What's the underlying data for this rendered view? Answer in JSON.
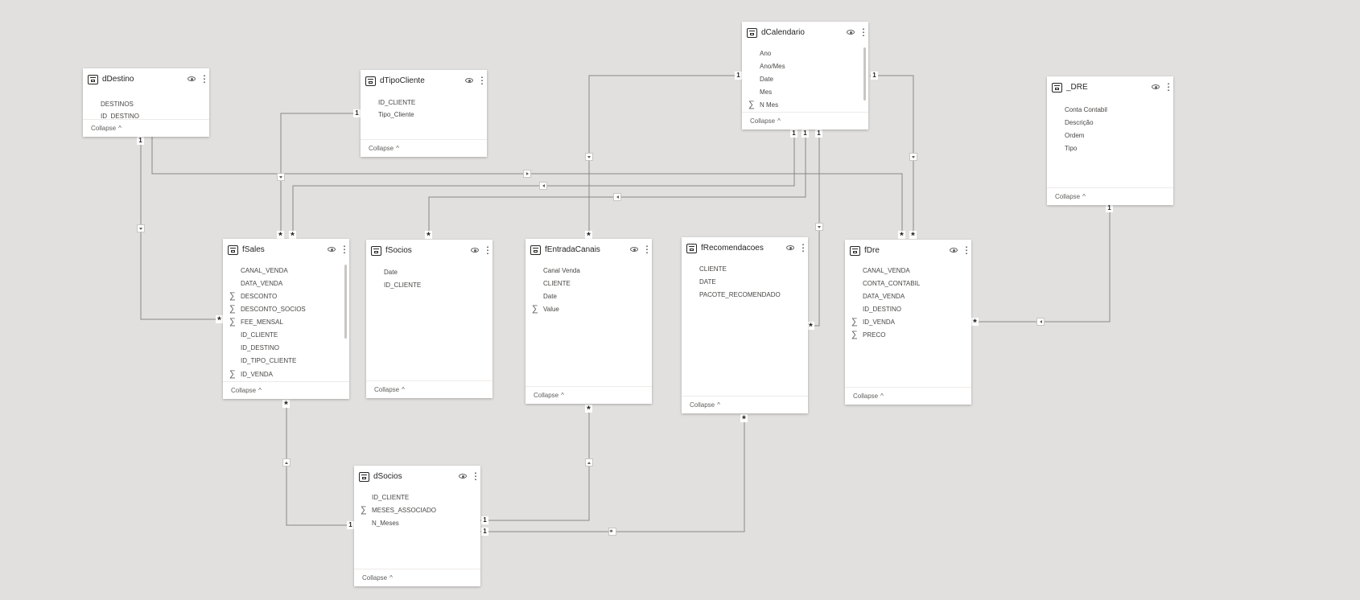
{
  "collapse_label": "Collapse",
  "card_one": "1",
  "card_many": "*",
  "tables": [
    {
      "key": "dDestino",
      "name": "dDestino",
      "fields": [
        {
          "name": "DESTINOS",
          "sum": false
        },
        {
          "name": "ID_DESTINO",
          "sum": false
        }
      ]
    },
    {
      "key": "dTipoCliente",
      "name": "dTipoCliente",
      "fields": [
        {
          "name": "ID_CLIENTE",
          "sum": false
        },
        {
          "name": "Tipo_Cliente",
          "sum": false
        }
      ]
    },
    {
      "key": "dCalendario",
      "name": "dCalendario",
      "fields": [
        {
          "name": "Ano",
          "sum": false
        },
        {
          "name": "Ano/Mes",
          "sum": false
        },
        {
          "name": "Date",
          "sum": false
        },
        {
          "name": "Mes",
          "sum": false
        },
        {
          "name": "N Mes",
          "sum": true
        }
      ]
    },
    {
      "key": "_DRE",
      "name": "_DRE",
      "fields": [
        {
          "name": "Conta Contabil",
          "sum": false
        },
        {
          "name": "Descrição",
          "sum": false
        },
        {
          "name": "Ordem",
          "sum": false
        },
        {
          "name": "Tipo",
          "sum": false
        }
      ]
    },
    {
      "key": "fSales",
      "name": "fSales",
      "fields": [
        {
          "name": "CANAL_VENDA",
          "sum": false
        },
        {
          "name": "DATA_VENDA",
          "sum": false
        },
        {
          "name": "DESCONTO",
          "sum": true
        },
        {
          "name": "DESCONTO_SOCIOS",
          "sum": true
        },
        {
          "name": "FEE_MENSAL",
          "sum": true
        },
        {
          "name": "ID_CLIENTE",
          "sum": false
        },
        {
          "name": "ID_DESTINO",
          "sum": false
        },
        {
          "name": "ID_TIPO_CLIENTE",
          "sum": false
        },
        {
          "name": "ID_VENDA",
          "sum": true
        }
      ]
    },
    {
      "key": "fSocios",
      "name": "fSocios",
      "fields": [
        {
          "name": "Date",
          "sum": false
        },
        {
          "name": "ID_CLIENTE",
          "sum": false
        }
      ]
    },
    {
      "key": "fEntradaCanais",
      "name": "fEntradaCanais",
      "fields": [
        {
          "name": "Canal Venda",
          "sum": false
        },
        {
          "name": "CLIENTE",
          "sum": false
        },
        {
          "name": "Date",
          "sum": false
        },
        {
          "name": "Value",
          "sum": true
        }
      ]
    },
    {
      "key": "fRecomendacoes",
      "name": "fRecomendacoes",
      "fields": [
        {
          "name": "CLIENTE",
          "sum": false
        },
        {
          "name": "DATE",
          "sum": false
        },
        {
          "name": "PACOTE_RECOMENDADO",
          "sum": false
        }
      ]
    },
    {
      "key": "fDre",
      "name": "fDre",
      "fields": [
        {
          "name": "CANAL_VENDA",
          "sum": false
        },
        {
          "name": "CONTA_CONTABIL",
          "sum": false
        },
        {
          "name": "DATA_VENDA",
          "sum": false
        },
        {
          "name": "ID_DESTINO",
          "sum": false
        },
        {
          "name": "ID_VENDA",
          "sum": true
        },
        {
          "name": "PRECO",
          "sum": true
        }
      ]
    },
    {
      "key": "dSocios",
      "name": "dSocios",
      "fields": [
        {
          "name": "ID_CLIENTE",
          "sum": false
        },
        {
          "name": "MESES_ASSOCIADO",
          "sum": true
        },
        {
          "name": "N_Meses",
          "sum": false
        }
      ]
    }
  ],
  "colors": {
    "canvas": "#e1e0de",
    "card": "#ffffff",
    "line": "#8a8886",
    "text": "#252423"
  }
}
